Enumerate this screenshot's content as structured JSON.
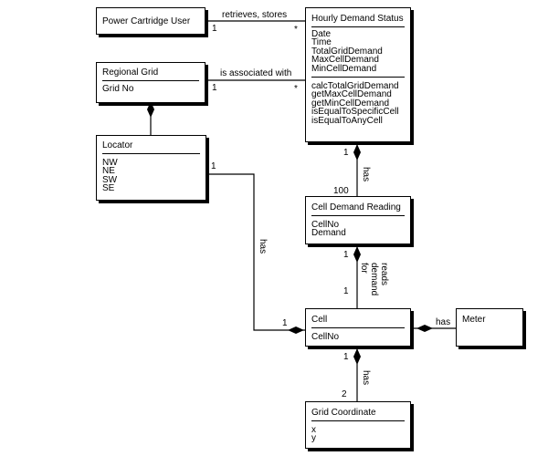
{
  "classes": {
    "power_cartridge_user": {
      "name": "Power Cartridge User"
    },
    "hourly_demand_status": {
      "name": "Hourly Demand Status",
      "attributes": [
        "Date",
        "Time",
        "TotalGridDemand",
        "MaxCellDemand",
        "MinCellDemand"
      ],
      "operations": [
        "calcTotalGridDemand",
        "getMaxCellDemand",
        "getMinCellDemand",
        "isEqualToSpecificCell",
        "isEqualToAnyCell"
      ]
    },
    "regional_grid": {
      "name": "Regional Grid",
      "attributes": [
        "Grid No"
      ]
    },
    "locator": {
      "name": "Locator",
      "attributes": [
        "NW",
        "NE",
        "SW",
        "SE"
      ]
    },
    "cell_demand_reading": {
      "name": "Cell Demand Reading",
      "attributes": [
        "CellNo",
        "Demand"
      ]
    },
    "cell": {
      "name": "Cell",
      "attributes": [
        "CellNo"
      ]
    },
    "meter": {
      "name": "Meter"
    },
    "grid_coordinate": {
      "name": "Grid Coordinate",
      "attributes": [
        "x",
        "y"
      ]
    }
  },
  "associations": {
    "retrieves": {
      "label": "retrieves, stores",
      "from_mult": "1",
      "to_mult": "*"
    },
    "associated": {
      "label": "is associated with",
      "from_mult": "1",
      "to_mult": "*"
    },
    "hds_cdr": {
      "label": "has",
      "from_mult": "1",
      "to_mult": "100"
    },
    "locator_cell": {
      "label": "has",
      "from_mult": "1",
      "to_mult": "1"
    },
    "cdr_cell": {
      "label": "reads demand for",
      "from_mult": "1",
      "to_mult": "1"
    },
    "cell_meter": {
      "label": "has"
    },
    "cell_gc": {
      "label": "has",
      "from_mult": "1",
      "to_mult": "2"
    }
  }
}
